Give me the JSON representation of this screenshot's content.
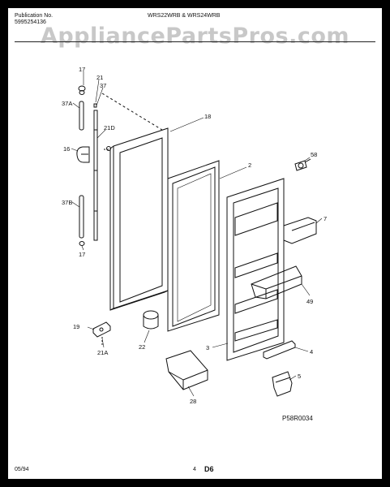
{
  "header": {
    "publication_label": "Publication No.",
    "publication_number": "5995254136",
    "models": "WRS22WRB & WRS24WRB"
  },
  "watermark": "AppliancePartsPros.com",
  "callouts": [
    "17",
    "21",
    "37",
    "37A",
    "21D",
    "16",
    "18",
    "37B",
    "17",
    "2",
    "58",
    "7",
    "49",
    "19",
    "21A",
    "22",
    "3",
    "4",
    "5",
    "28"
  ],
  "figure_code": "P58R0034",
  "footer": {
    "date": "05/94",
    "page": "4",
    "section": "D6"
  }
}
